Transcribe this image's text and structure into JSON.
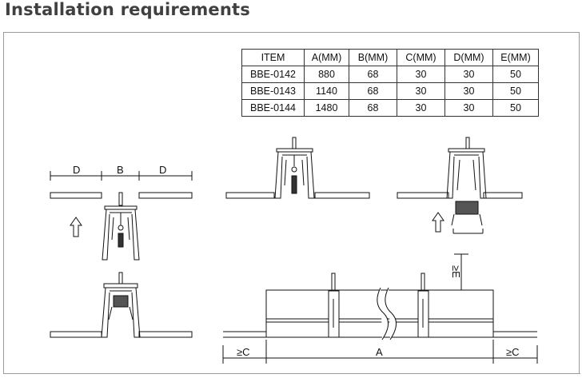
{
  "title": "Installation requirements",
  "table": {
    "headers": [
      "ITEM",
      "A(MM)",
      "B(MM)",
      "C(MM)",
      "D(MM)",
      "E(MM)"
    ],
    "rows": [
      [
        "BBE-0142",
        "880",
        "68",
        "30",
        "30",
        "50"
      ],
      [
        "BBE-0143",
        "1140",
        "68",
        "30",
        "30",
        "50"
      ],
      [
        "BBE-0144",
        "1480",
        "68",
        "30",
        "30",
        "50"
      ]
    ]
  },
  "dimension_labels": {
    "d_left": "D",
    "b": "B",
    "d_right": "D",
    "c_left": "≥C",
    "a": "A",
    "c_right": "≥C",
    "e": "≥E"
  }
}
